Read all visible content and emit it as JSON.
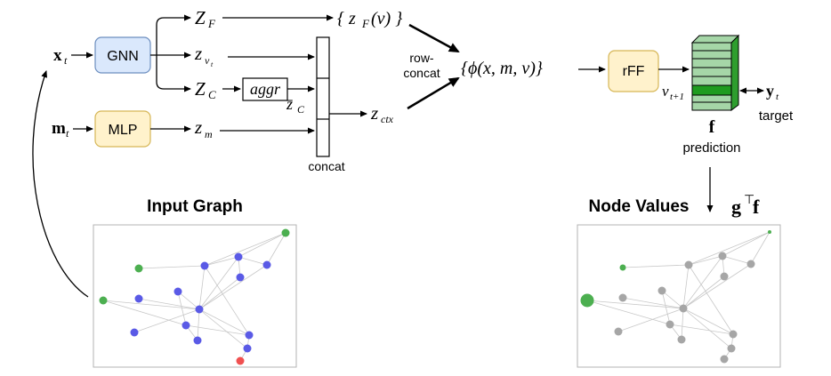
{
  "boxes": {
    "gnn": "GNN",
    "mlp": "MLP",
    "rff": "rFF",
    "aggr": "aggr"
  },
  "inputs": {
    "x_t": "x",
    "x_t_sub": "t",
    "m_t": "m",
    "m_t_sub": "t"
  },
  "latents": {
    "z_F": "Z",
    "z_F_sub": "F",
    "z_v": "z",
    "z_v_sub": "v",
    "z_v_subsub": "t",
    "z_C": "Z",
    "z_C_sub": "C",
    "z_C_bar": "z̄",
    "z_C_bar_sub": "C",
    "z_m": "z",
    "z_m_sub": "m",
    "z_ctx": "z",
    "z_ctx_sub": "ctx",
    "set_zF": "{ z",
    "set_zF_sub": "F",
    "set_zF_tail": "(v) }"
  },
  "labels": {
    "concat": "concat",
    "row_concat_1": "row-",
    "row_concat_2": "concat",
    "phi": "{ϕ(x, m, v)}",
    "v_next": "v",
    "v_next_sub": "t+1",
    "y_t": "y",
    "y_t_sub": "t",
    "target": "target",
    "f": "f",
    "prediction": "prediction",
    "g_f": "g",
    "g_f_sup": "⊤",
    "g_f_tail": "f"
  },
  "headings": {
    "input_graph": "Input Graph",
    "node_values": "Node Values"
  },
  "colors": {
    "gnn_fill": "#dae8fc",
    "gnn_stroke": "#6c8ebf",
    "mlp_fill": "#fff2cc",
    "mlp_stroke": "#d6b656",
    "node_blue": "#5a5ae6",
    "node_green": "#4caf50",
    "node_red": "#f05050",
    "node_gray": "#a6a6a6",
    "stack_light": "#a5d6a7",
    "stack_dark": "#2e9e2e"
  }
}
